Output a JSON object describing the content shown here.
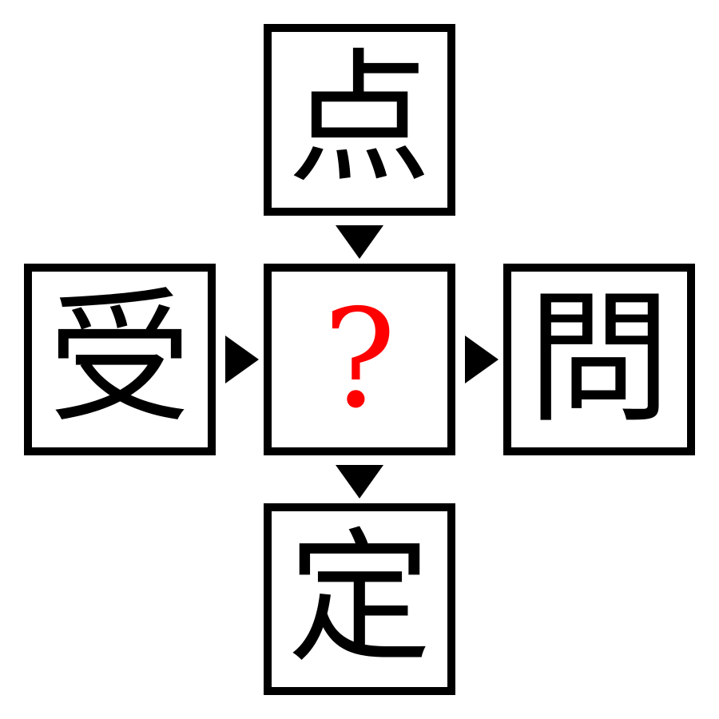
{
  "puzzle": {
    "top": "点",
    "left": "受",
    "center": "?",
    "right": "問",
    "bottom": "定"
  },
  "colors": {
    "border": "#000000",
    "text": "#000000",
    "question": "#ff0000",
    "background": "#ffffff"
  },
  "icons": {
    "arrow_down": "triangle-down-icon",
    "arrow_right": "triangle-right-icon"
  }
}
